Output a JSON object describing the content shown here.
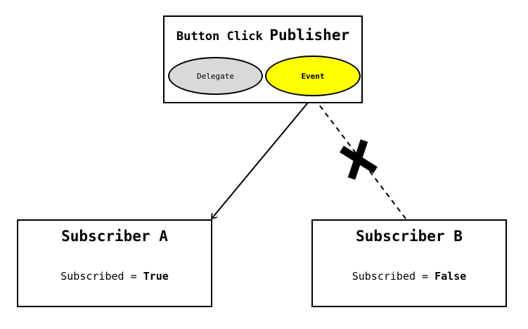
{
  "publisher": {
    "title_prefix": "Button Click",
    "title_main": "Publisher",
    "delegate_label": "Delegate",
    "event_label": "Event",
    "colors": {
      "delegate_fill": "#d9d9d9",
      "event_fill": "#ffff00"
    }
  },
  "subscriber_a": {
    "title": "Subscriber A",
    "status_label": "Subscribed =",
    "status_value": "True"
  },
  "subscriber_b": {
    "title": "Subscriber B",
    "status_label": "Subscribed =",
    "status_value": "False"
  },
  "connections": [
    {
      "from": "Event",
      "to": "Subscriber A",
      "style": "solid-arrow"
    },
    {
      "from": "Event",
      "to": "Subscriber B",
      "style": "dashed-blocked",
      "marker": "x-icon"
    }
  ]
}
